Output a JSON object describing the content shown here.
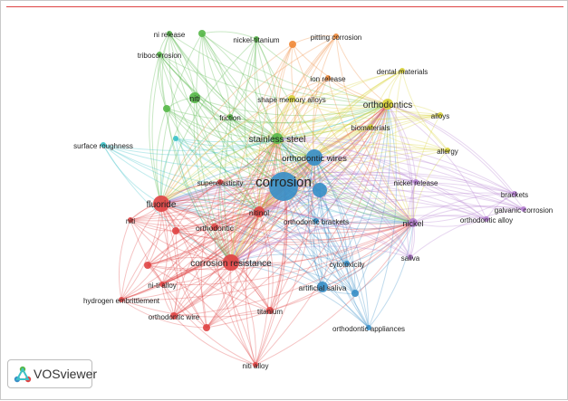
{
  "app": {
    "name": "VOSviewer",
    "logo_icon": "vosviewer-logo-icon"
  },
  "colors": {
    "red": "#e04545",
    "green": "#58b84a",
    "blue": "#3a8fc7",
    "yellow": "#d9d33a",
    "purple": "#b580d1",
    "cyan": "#3cc2c8",
    "orange": "#f08a3a"
  },
  "network": {
    "nodes": [
      {
        "id": "corrosion",
        "label": "corrosion",
        "cluster": "blue"
      },
      {
        "id": "orthodontic_wires",
        "label": "orthodontic wires",
        "cluster": "blue"
      },
      {
        "id": "blue_hub2",
        "label": "",
        "cluster": "blue"
      },
      {
        "id": "orthodontic_brackets",
        "label": "orthodontic brackets",
        "cluster": "blue"
      },
      {
        "id": "cytotoxicity",
        "label": "cytotoxicity",
        "cluster": "blue"
      },
      {
        "id": "artificial_saliva",
        "label": "artificial saliva",
        "cluster": "blue"
      },
      {
        "id": "orthodontic_appliances",
        "label": "orthodontic appliances",
        "cluster": "blue"
      },
      {
        "id": "blue_small",
        "label": "",
        "cluster": "blue"
      },
      {
        "id": "corrosion_resistance",
        "label": "corrosion resistance",
        "cluster": "red"
      },
      {
        "id": "fluoride",
        "label": "fluoride",
        "cluster": "red"
      },
      {
        "id": "nitinol",
        "label": "nitinol",
        "cluster": "red"
      },
      {
        "id": "superelasticity",
        "label": "superelasticity",
        "cluster": "red"
      },
      {
        "id": "orthodontic",
        "label": "orthodontic",
        "cluster": "red"
      },
      {
        "id": "niti",
        "label": "niti",
        "cluster": "red"
      },
      {
        "id": "ni_ti_alloy",
        "label": "ni-ti alloy",
        "cluster": "red"
      },
      {
        "id": "hydrogen_embrittlement",
        "label": "hydrogen embrittlement",
        "cluster": "red"
      },
      {
        "id": "orthodontic_wire",
        "label": "orthodontic wire",
        "cluster": "red"
      },
      {
        "id": "titanium",
        "label": "titanium",
        "cluster": "red"
      },
      {
        "id": "niti_alloy",
        "label": "niti alloy",
        "cluster": "red"
      },
      {
        "id": "red_small1",
        "label": "",
        "cluster": "red"
      },
      {
        "id": "red_small2",
        "label": "",
        "cluster": "red"
      },
      {
        "id": "red_small3",
        "label": "",
        "cluster": "red"
      },
      {
        "id": "stainless_steel",
        "label": "stainless steel",
        "cluster": "green"
      },
      {
        "id": "niti_green",
        "label": "niti",
        "cluster": "green"
      },
      {
        "id": "friction",
        "label": "friction",
        "cluster": "green"
      },
      {
        "id": "ni_release",
        "label": "ni release",
        "cluster": "green"
      },
      {
        "id": "nickel_titanium",
        "label": "nickel-titanium",
        "cluster": "green"
      },
      {
        "id": "tribocorrosion",
        "label": "tribocorrosion",
        "cluster": "green"
      },
      {
        "id": "green_small1",
        "label": "",
        "cluster": "green"
      },
      {
        "id": "green_small2",
        "label": "",
        "cluster": "green"
      },
      {
        "id": "surface_roughness",
        "label": "surface roughness",
        "cluster": "cyan"
      },
      {
        "id": "cyan_small",
        "label": "",
        "cluster": "cyan"
      },
      {
        "id": "pitting_corrosion",
        "label": "pitting corrosion",
        "cluster": "orange"
      },
      {
        "id": "ion_release",
        "label": "ion release",
        "cluster": "orange"
      },
      {
        "id": "orange_small",
        "label": "",
        "cluster": "orange"
      },
      {
        "id": "orthodontics",
        "label": "orthodontics",
        "cluster": "yellow"
      },
      {
        "id": "dental_materials",
        "label": "dental materials",
        "cluster": "yellow"
      },
      {
        "id": "shape_memory_alloys",
        "label": "shape memory alloys",
        "cluster": "yellow"
      },
      {
        "id": "biomaterials",
        "label": "biomaterials",
        "cluster": "yellow"
      },
      {
        "id": "alloys",
        "label": "alloys",
        "cluster": "yellow"
      },
      {
        "id": "allergy",
        "label": "allergy",
        "cluster": "yellow"
      },
      {
        "id": "nickel",
        "label": "nickel",
        "cluster": "purple"
      },
      {
        "id": "nickel_release",
        "label": "nickel release",
        "cluster": "purple"
      },
      {
        "id": "brackets",
        "label": "brackets",
        "cluster": "purple"
      },
      {
        "id": "galvanic_corrosion",
        "label": "galvanic corrosion",
        "cluster": "purple"
      },
      {
        "id": "orthodontic_alloy",
        "label": "orthodontic alloy",
        "cluster": "purple"
      },
      {
        "id": "saliva",
        "label": "saliva",
        "cluster": "purple"
      }
    ]
  }
}
